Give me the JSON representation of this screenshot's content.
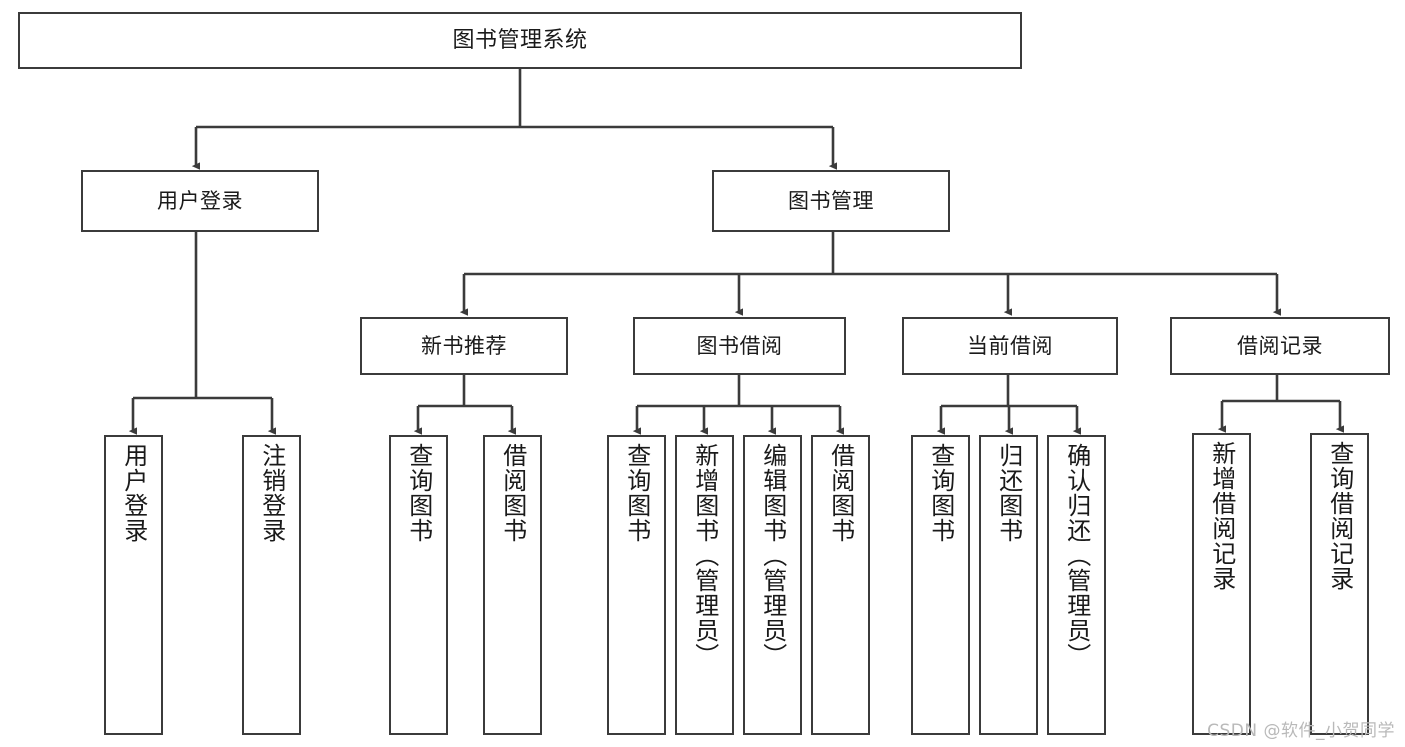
{
  "diagram": {
    "title": "图书管理系统",
    "type": "functional-structure-tree",
    "colors": {
      "background": "#ffffff",
      "border": "#3b3b3b",
      "connector": "#3b3b3b",
      "text": "#1a1a1a",
      "watermark": "#b9b9b9"
    },
    "watermark": "CSDN @软件_小贺同学",
    "levels": {
      "root": {
        "label": "图书管理系统"
      },
      "level1": [
        {
          "id": "user-login",
          "label": "用户登录"
        },
        {
          "id": "book-manage",
          "label": "图书管理"
        }
      ],
      "level2": [
        {
          "id": "new-book-recommend",
          "label": "新书推荐",
          "parent": "book-manage"
        },
        {
          "id": "book-borrow",
          "label": "图书借阅",
          "parent": "book-manage"
        },
        {
          "id": "current-borrow",
          "label": "当前借阅",
          "parent": "book-manage"
        },
        {
          "id": "borrow-record",
          "label": "借阅记录",
          "parent": "book-manage"
        }
      ],
      "leaves": [
        {
          "id": "leaf-user-login",
          "label": "用户登录",
          "parent": "user-login"
        },
        {
          "id": "leaf-logout",
          "label": "注销登录",
          "parent": "user-login"
        },
        {
          "id": "leaf-query-book-1",
          "label": "查询图书",
          "parent": "new-book-recommend"
        },
        {
          "id": "leaf-borrow-book-1",
          "label": "借阅图书",
          "parent": "new-book-recommend"
        },
        {
          "id": "leaf-query-book-2",
          "label": "查询图书",
          "parent": "book-borrow"
        },
        {
          "id": "leaf-add-book",
          "label": "新增图书（管理员）",
          "parent": "book-borrow"
        },
        {
          "id": "leaf-edit-book",
          "label": "编辑图书（管理员）",
          "parent": "book-borrow"
        },
        {
          "id": "leaf-borrow-book-2",
          "label": "借阅图书",
          "parent": "book-borrow"
        },
        {
          "id": "leaf-query-book-3",
          "label": "查询图书",
          "parent": "current-borrow"
        },
        {
          "id": "leaf-return-book",
          "label": "归还图书",
          "parent": "current-borrow"
        },
        {
          "id": "leaf-confirm-return",
          "label": "确认归还（管理员）",
          "parent": "current-borrow"
        },
        {
          "id": "leaf-add-record",
          "label": "新增借阅记录",
          "parent": "borrow-record"
        },
        {
          "id": "leaf-query-record",
          "label": "查询借阅记录",
          "parent": "borrow-record"
        }
      ]
    }
  }
}
